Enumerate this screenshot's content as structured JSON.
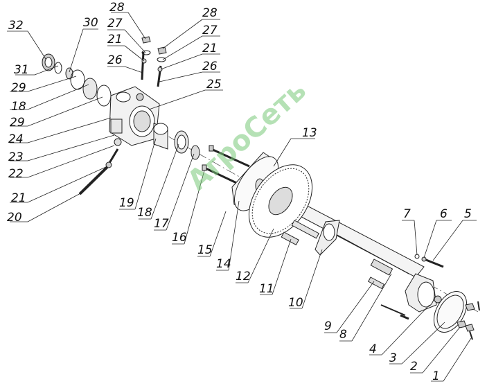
{
  "watermark": "АгроСеть",
  "callouts": [
    "1",
    "2",
    "3",
    "4",
    "5",
    "6",
    "7",
    "8",
    "9",
    "10",
    "11",
    "12",
    "13",
    "14",
    "15",
    "16",
    "17",
    "18",
    "18",
    "19",
    "20",
    "21",
    "21",
    "21",
    "22",
    "23",
    "24",
    "25",
    "26",
    "26",
    "27",
    "27",
    "28",
    "28",
    "29",
    "29",
    "30",
    "31",
    "32"
  ],
  "colors": {
    "line": "#222222",
    "watermark": "#7cc67c"
  }
}
